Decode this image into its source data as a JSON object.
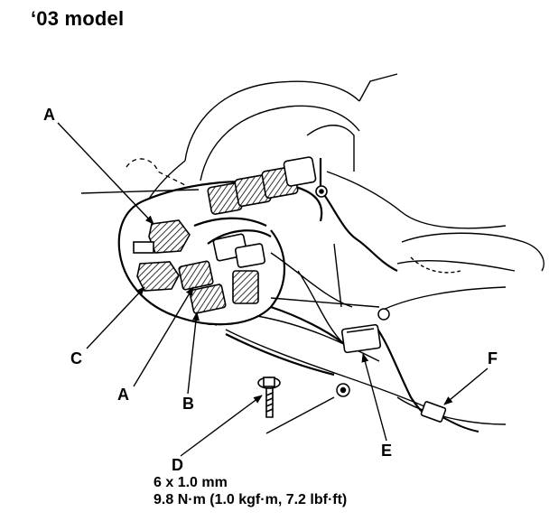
{
  "title": "‘03 model",
  "callouts": {
    "a_upper": "A",
    "a_lower": "A",
    "b": "B",
    "c": "C",
    "d": "D",
    "e": "E",
    "f": "F"
  },
  "spec": {
    "size": "6 x 1.0 mm",
    "torque": "9.8 N·m (1.0 kgf·m, 7.2 lbf·ft)"
  }
}
